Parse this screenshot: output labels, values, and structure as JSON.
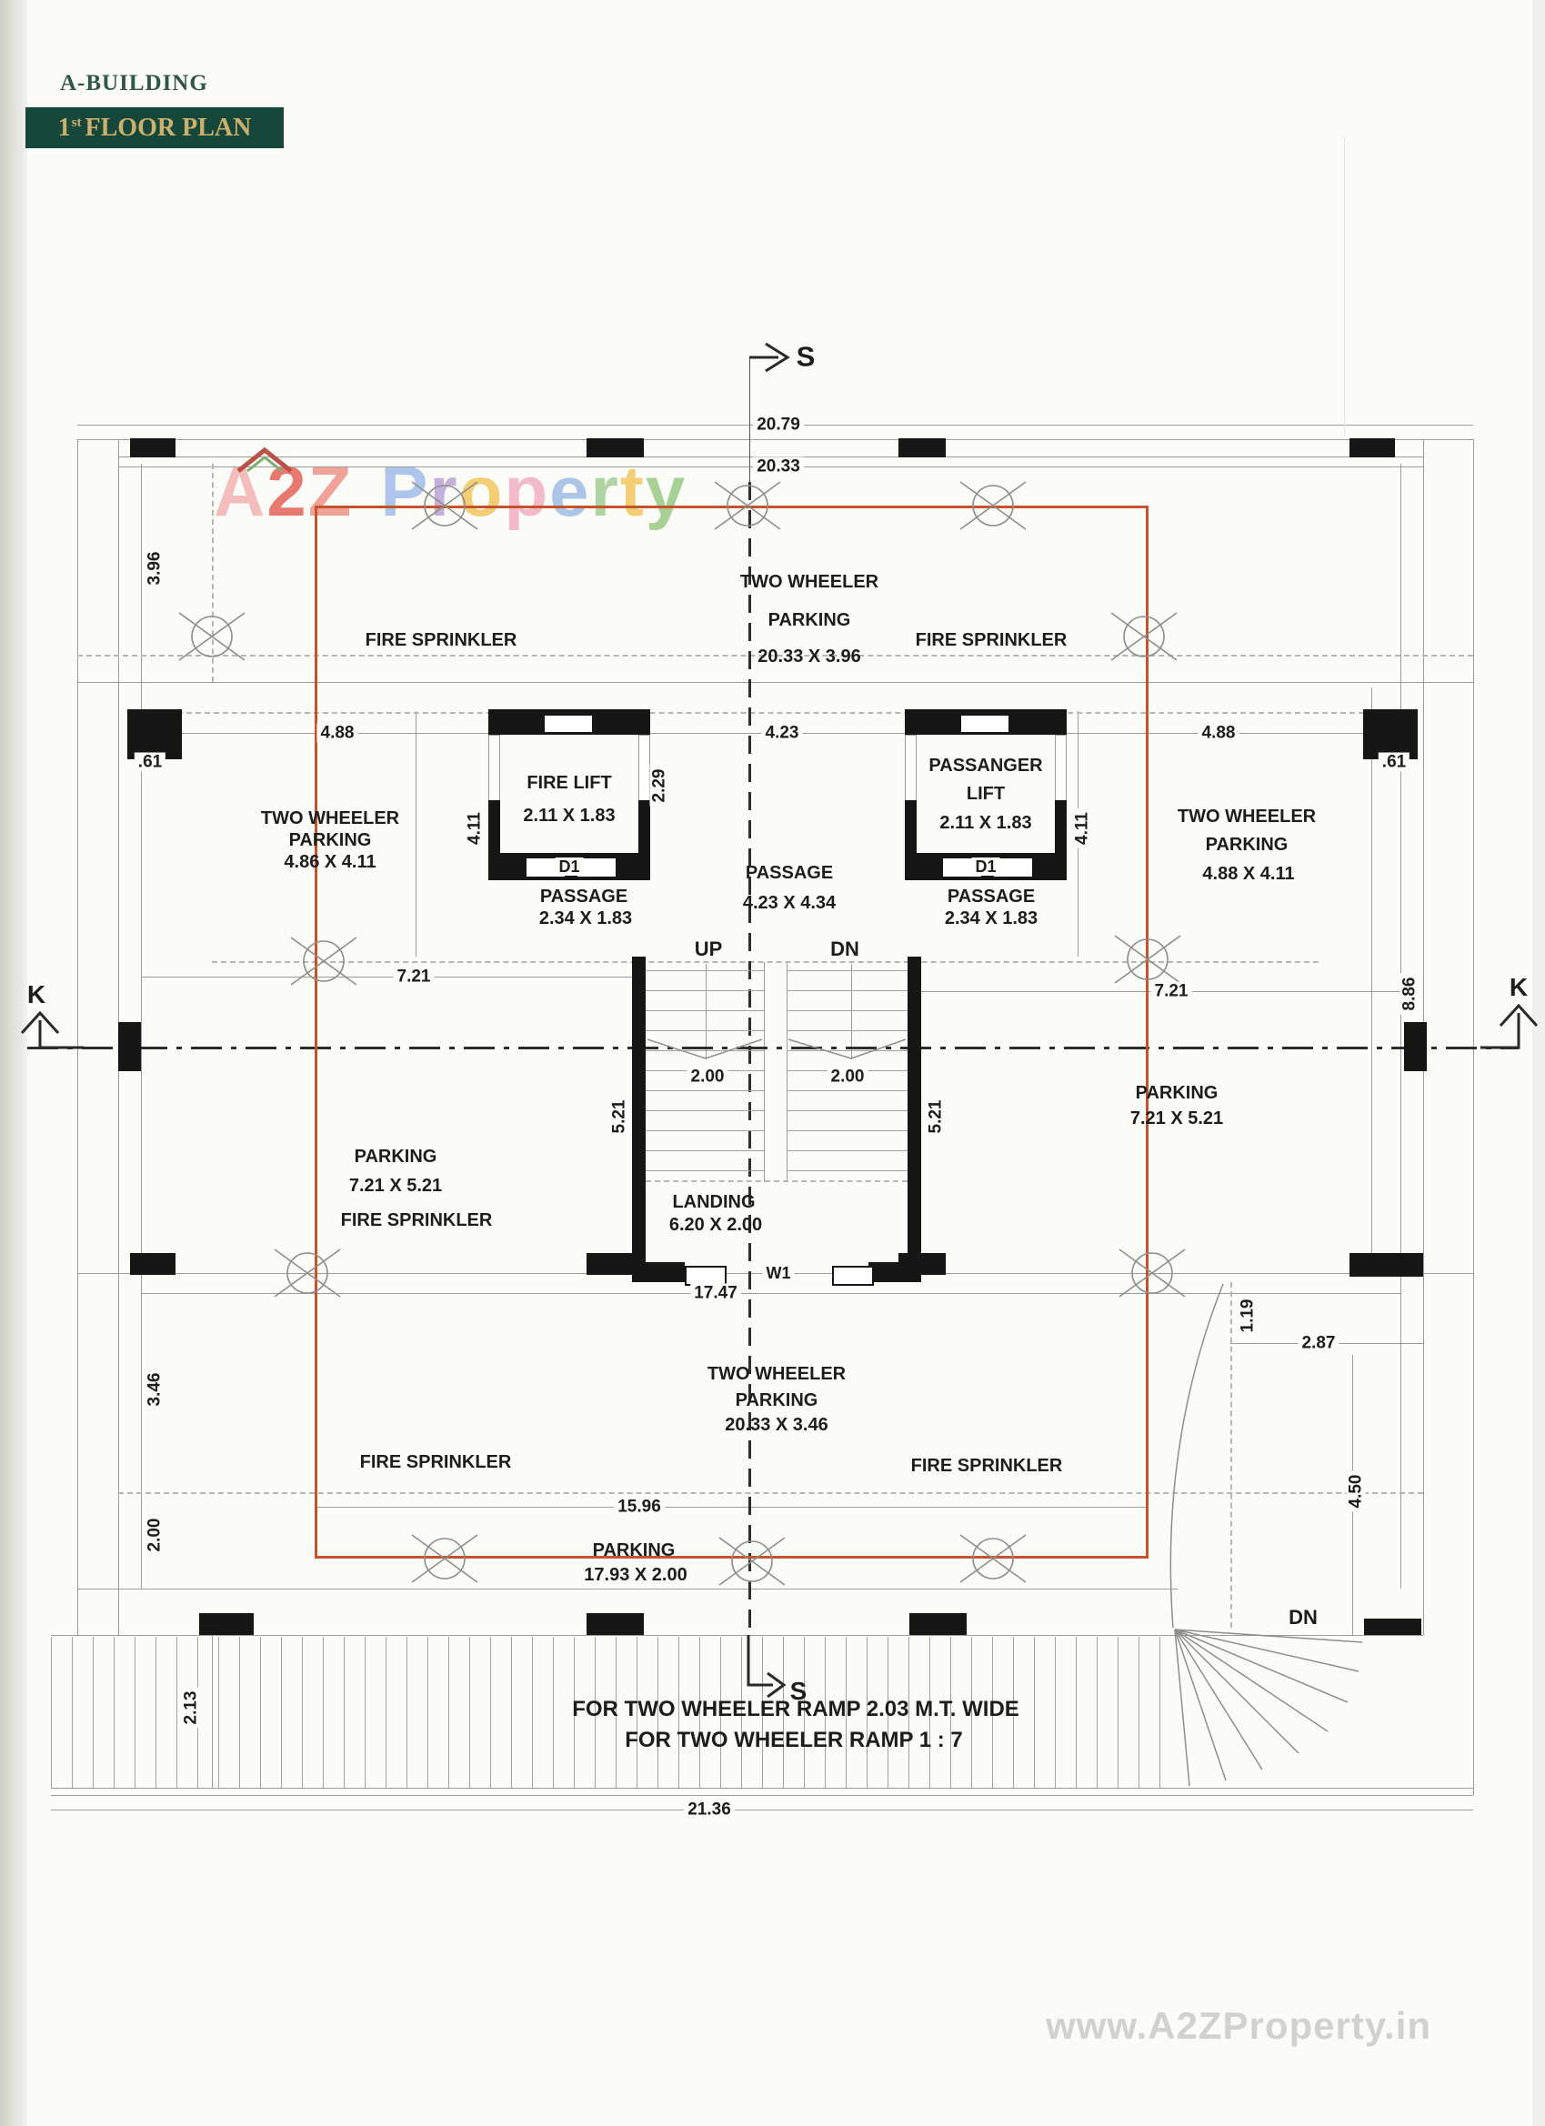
{
  "header": {
    "building_label": "A-BUILDING",
    "floor_number": "1",
    "floor_ordinal": "st",
    "floor_title": "FLOOR PLAN"
  },
  "watermark": {
    "brand_letters": [
      {
        "ch": "A",
        "color": "#f2aeae"
      },
      {
        "ch": "2",
        "color": "#e4594e"
      },
      {
        "ch": "Z",
        "color": "#ee8d80"
      },
      {
        "ch": "P",
        "color": "#9cb8e8",
        "gap": true
      },
      {
        "ch": "r",
        "color": "#b79dd6"
      },
      {
        "ch": "o",
        "color": "#f2c355"
      },
      {
        "ch": "p",
        "color": "#f2abbe"
      },
      {
        "ch": "e",
        "color": "#98b7e4"
      },
      {
        "ch": "r",
        "color": "#9ccb8e"
      },
      {
        "ch": "t",
        "color": "#f2c355"
      },
      {
        "ch": "y",
        "color": "#93c77e"
      }
    ],
    "website": "www.A2ZProperty.in"
  },
  "compass": {
    "s_top": "S",
    "s_bottom": "S",
    "k_left": "K",
    "k_right": "K"
  },
  "dimensions": {
    "top_outer": "20.79",
    "top_inner": "20.33",
    "left_396": "3.96",
    "left_61": ".61",
    "right_61": ".61",
    "left_488": "4.88",
    "center_423": "4.23",
    "right_488": "4.88",
    "lift_229": "2.29",
    "lift_411_left": "4.11",
    "lift_411_right": "4.11",
    "mid_721_left": "7.21",
    "mid_721_right": "7.21",
    "right_886": "8.86",
    "stair_200_left": "2.00",
    "stair_200_right": "2.00",
    "stair_521_left": "5.21",
    "stair_521_right": "5.21",
    "width_1747": "17.47",
    "right_119": "1.19",
    "right_287": "2.87",
    "right_450": "4.50",
    "left_346": "3.46",
    "left_200": "2.00",
    "left_213": "2.13",
    "bottom_1596": "15.96",
    "bottom_2136": "21.36"
  },
  "rooms": {
    "fire_sprinkler": "FIRE SPRINKLER",
    "two_wheeler_line1": "TWO WHEELER",
    "two_wheeler_line2": "PARKING",
    "two_wheeler_top_size": "20.33 X 3.96",
    "two_wheeler_left_size": "4.86 X 4.11",
    "two_wheeler_right_size": "4.88 X 4.11",
    "two_wheeler_bottom_size": "20.33 X 3.46",
    "fire_lift_line1": "FIRE LIFT",
    "lift_size": "2.11 X 1.83",
    "passenger_lift_line1": "PASSANGER",
    "passenger_lift_line2": "LIFT",
    "passage": "PASSAGE",
    "passage_center_size": "4.23 X 4.34",
    "passage_side_size": "2.34 X 1.83",
    "parking": "PARKING",
    "parking_side_size": "7.21 X 5.21",
    "parking_bottom_size": "17.93 X 2.00",
    "landing_line1": "LANDING",
    "landing_size": "6.20 X 2.00",
    "up": "UP",
    "dn": "DN",
    "door_tag": "D1",
    "window_tag": "W1",
    "ramp_note1": "FOR TWO WHEELER RAMP 2.03 M.T. WIDE",
    "ramp_note2": "FOR TWO WHEELER RAMP 1 : 7"
  }
}
